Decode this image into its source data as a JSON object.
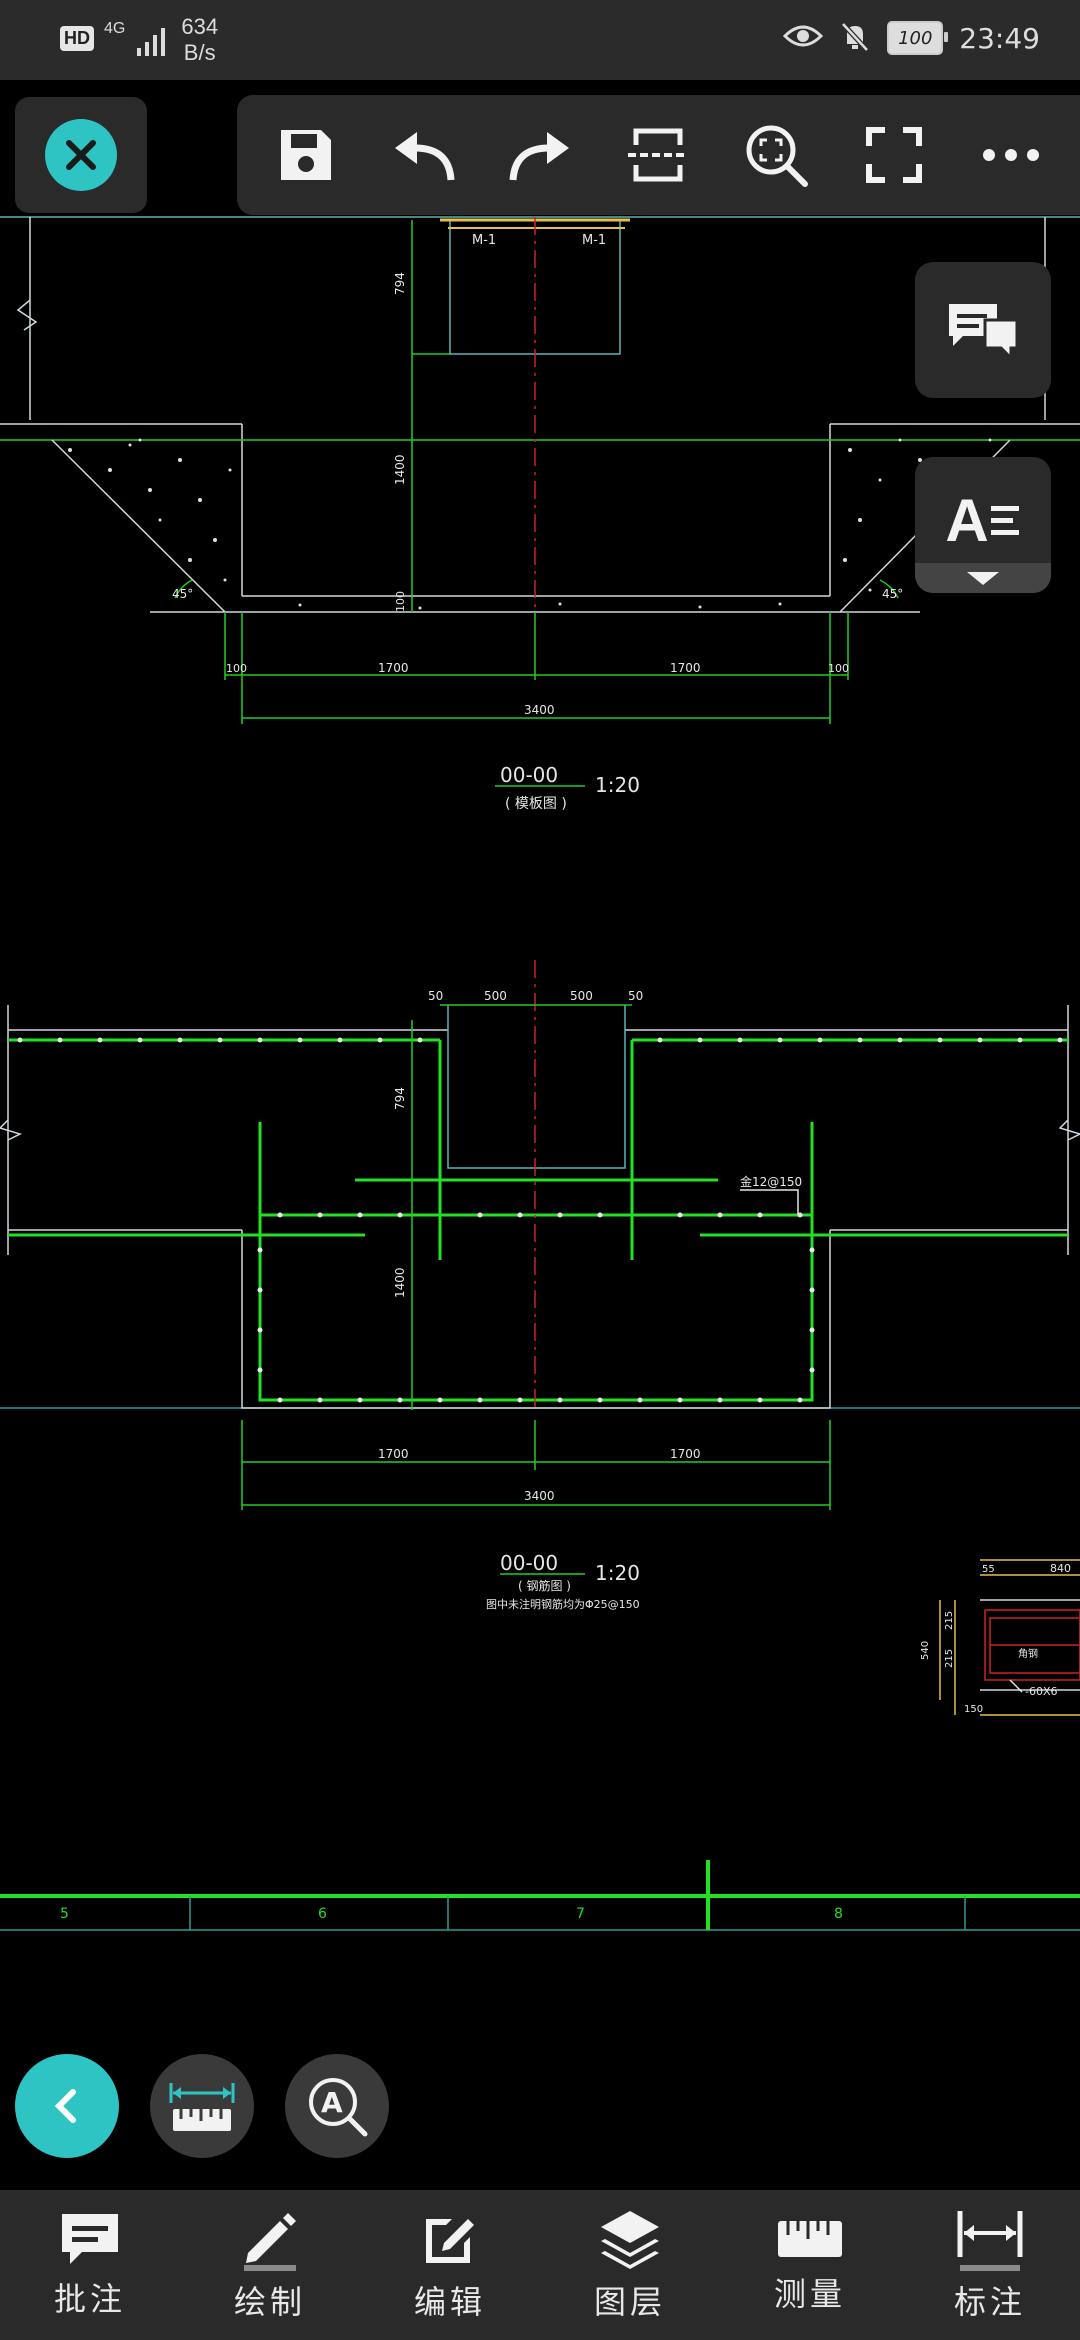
{
  "status": {
    "hd": "HD",
    "network": "4G",
    "speed_value": "634",
    "speed_unit": "B/s",
    "battery": "100",
    "time": "23:49"
  },
  "toolbar": {
    "close": "close-icon",
    "items": [
      "save-icon",
      "undo-icon",
      "redo-icon",
      "split-view-icon",
      "zoom-window-icon",
      "fullscreen-icon",
      "more-icon"
    ]
  },
  "side": {
    "comments": "comments-icon",
    "text_style_label": "A"
  },
  "drawing": {
    "m1_left": "M-1",
    "m1_right": "M-1",
    "dim_794": "794",
    "dim_1400": "1400",
    "dim_100": "100",
    "dim_1700": "1700",
    "dim_3400": "3400",
    "angle": "45°",
    "section1_title": "00-00",
    "section1_scale": "1:20",
    "section1_sub": "( 模板图 )",
    "dim_50": "50",
    "dim_500": "500",
    "rebar_label": "金12@150",
    "section2_title": "00-00",
    "section2_scale": "1:20",
    "section2_sub": "( 钢筋图 )",
    "section2_note": "图中未注明钢筋均为Φ25@150",
    "detail_840": "840",
    "detail_55": "55",
    "detail_215": "215",
    "detail_540": "540",
    "detail_150": "150",
    "detail_label": "-60X6",
    "detail_text": "角钢",
    "grid": [
      "5",
      "6",
      "7",
      "8"
    ]
  },
  "bottom_tools": [
    {
      "label": "批注",
      "icon": "comment-icon"
    },
    {
      "label": "绘制",
      "icon": "pen-icon"
    },
    {
      "label": "编辑",
      "icon": "edit-icon"
    },
    {
      "label": "图层",
      "icon": "layers-icon"
    },
    {
      "label": "测量",
      "icon": "ruler-icon"
    },
    {
      "label": "标注",
      "icon": "dimension-icon"
    }
  ]
}
